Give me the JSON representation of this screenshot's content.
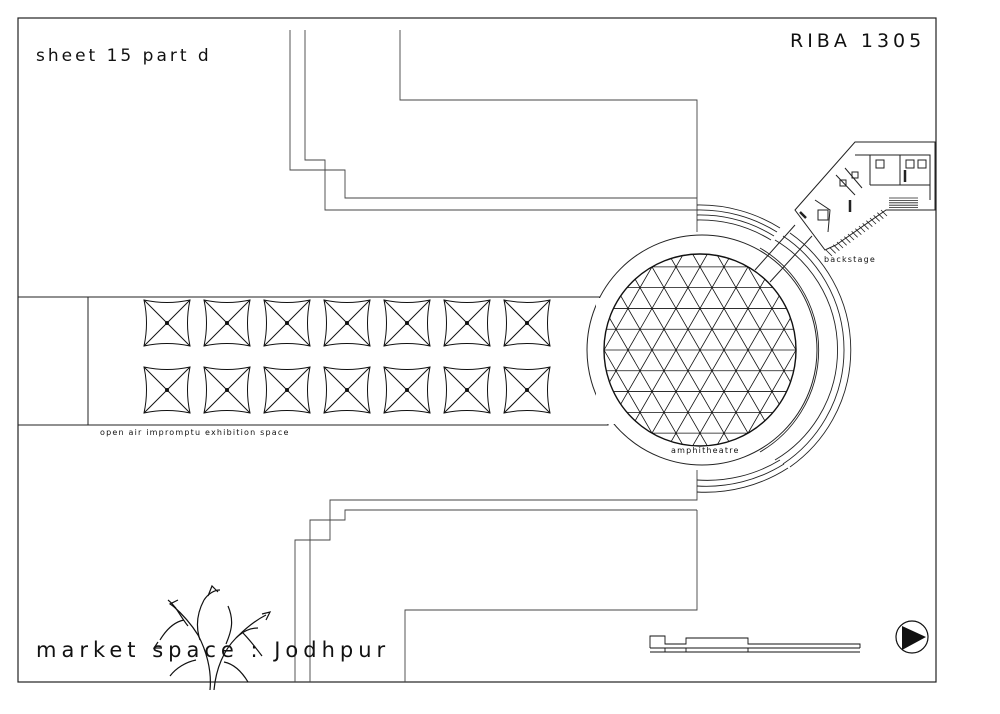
{
  "drawing": {
    "sheet_label": "sheet 15 part d",
    "code": "RIBA 1305",
    "title": "market space : Jodhpur"
  },
  "zones": {
    "exhibition": "open air impromptu exhibition space",
    "amphitheatre": "amphitheatre",
    "backstage": "backstage"
  },
  "canopy_grid": {
    "rows": 2,
    "cols": 7
  },
  "icons": [
    "tree-icon",
    "north-arrow-icon",
    "scale-bar-icon",
    "geodesic-dome-icon"
  ]
}
